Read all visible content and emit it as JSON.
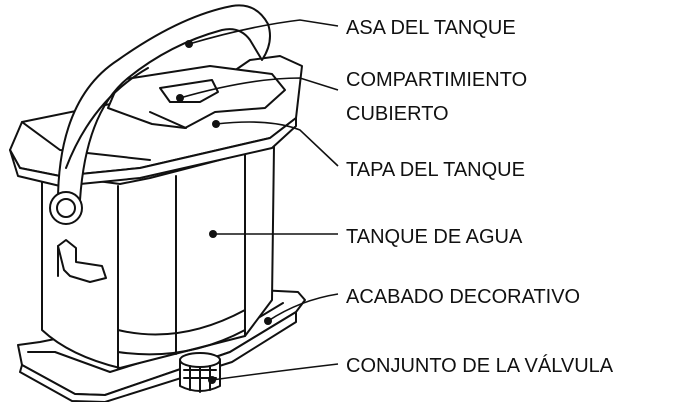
{
  "callouts": [
    {
      "id": "asa",
      "lines": [
        "ASA DEL TANQUE"
      ]
    },
    {
      "id": "compartimiento",
      "lines": [
        "COMPARTIMIENTO",
        "CUBIERTO"
      ]
    },
    {
      "id": "tapa",
      "lines": [
        "TAPA DEL TANQUE"
      ]
    },
    {
      "id": "tanque",
      "lines": [
        "TANQUE DE AGUA"
      ]
    },
    {
      "id": "acabado",
      "lines": [
        "ACABADO DECORATIVO"
      ]
    },
    {
      "id": "valvula",
      "lines": [
        "CONJUNTO DE LA VÁLVULA"
      ]
    }
  ],
  "colors": {
    "line": "#111111",
    "fill": "#ffffff"
  }
}
